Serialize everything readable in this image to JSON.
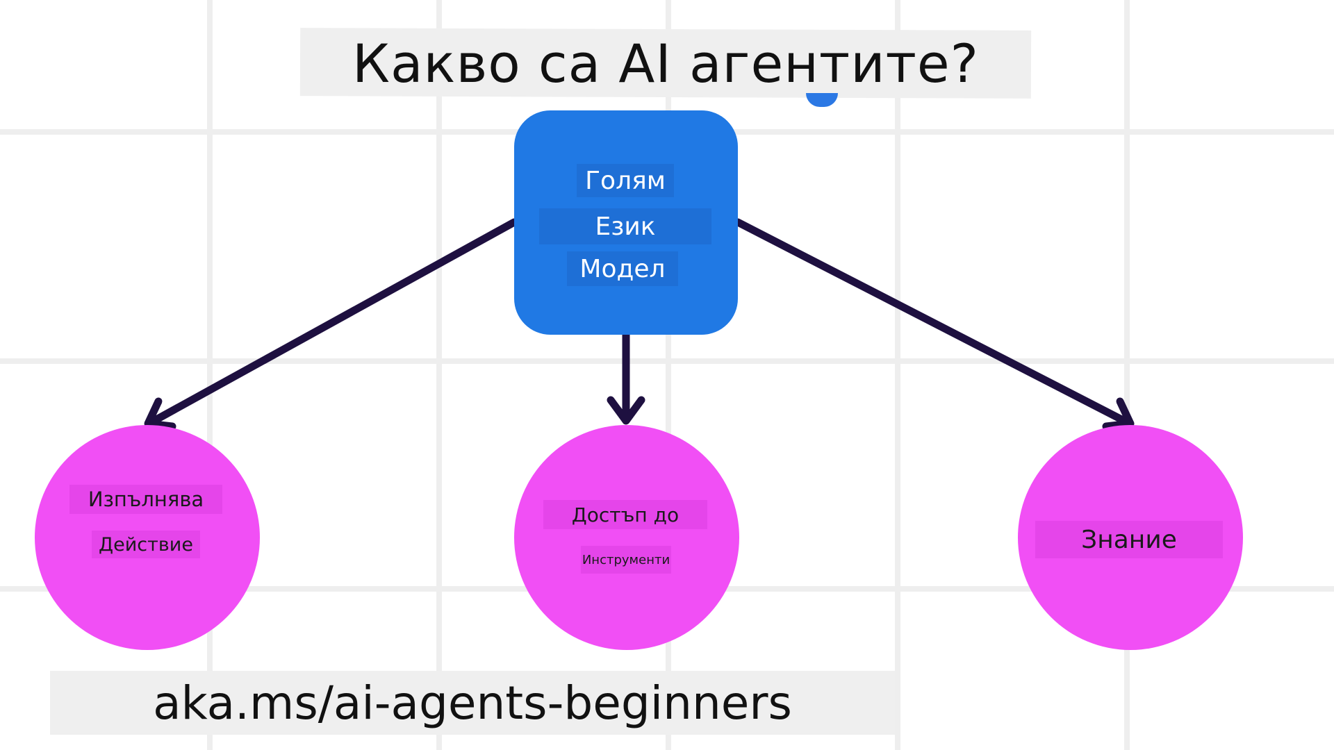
{
  "title": "Какво са AI агентите?",
  "llm": {
    "lines": [
      "Голям",
      "Език",
      "Модел"
    ]
  },
  "nodes": [
    {
      "lines": [
        "Изпълнява",
        "Действие"
      ]
    },
    {
      "lines": [
        "Достъп до",
        "Инструменти"
      ]
    },
    {
      "lines": [
        "Знание"
      ]
    }
  ],
  "link": "aka.ms/ai-agents-beginners",
  "colors": {
    "llm_box": "#2079e4",
    "node": "#f14ff5",
    "arrow": "#1e1040",
    "grid": "#eeeeee"
  }
}
